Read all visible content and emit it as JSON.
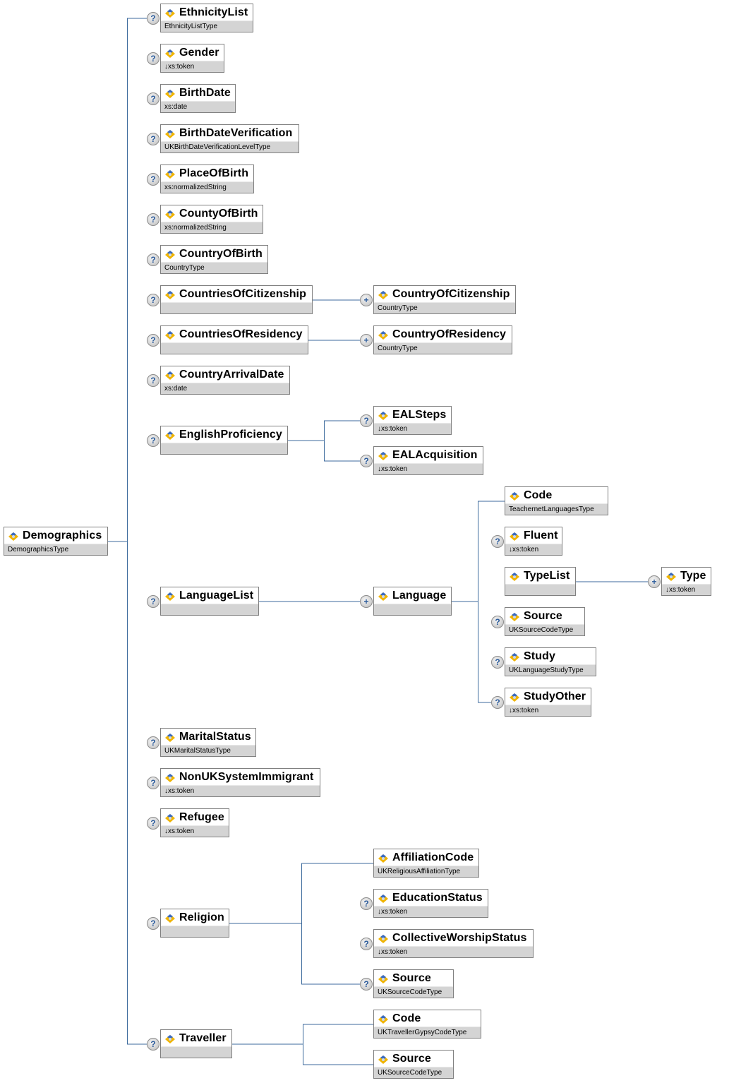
{
  "diagram": {
    "title": "Demographics schema diagram",
    "colors": {
      "connector": "#3c6a9c",
      "type_band": "#d4d4d4",
      "border": "#808080"
    },
    "root": {
      "name": "Demographics",
      "type": "DemographicsType"
    },
    "nodes": [
      {
        "id": "ethnicitylist",
        "name": "EthnicityList",
        "type": "EthnicityListType",
        "badge": "optional"
      },
      {
        "id": "gender",
        "name": "Gender",
        "type": "↓xs:token",
        "badge": "optional"
      },
      {
        "id": "birthdate",
        "name": "BirthDate",
        "type": "xs:date",
        "badge": "optional"
      },
      {
        "id": "birthdateverification",
        "name": "BirthDateVerification",
        "type": "UKBirthDateVerificationLevelType",
        "badge": "optional"
      },
      {
        "id": "placeofbirth",
        "name": "PlaceOfBirth",
        "type": "xs:normalizedString",
        "badge": "optional"
      },
      {
        "id": "countyofbirth",
        "name": "CountyOfBirth",
        "type": "xs:normalizedString",
        "badge": "optional"
      },
      {
        "id": "countryofbirth",
        "name": "CountryOfBirth",
        "type": "CountryType",
        "badge": "optional"
      },
      {
        "id": "countriesofcitizenship",
        "name": "CountriesOfCitizenship",
        "type": "",
        "badge": "optional"
      },
      {
        "id": "countryofcitizenship",
        "name": "CountryOfCitizenship",
        "type": "CountryType",
        "badge": "repeat"
      },
      {
        "id": "countriesofresidency",
        "name": "CountriesOfResidency",
        "type": "",
        "badge": "optional"
      },
      {
        "id": "countryofresidency",
        "name": "CountryOfResidency",
        "type": "CountryType",
        "badge": "repeat"
      },
      {
        "id": "countryarrivaldate",
        "name": "CountryArrivalDate",
        "type": "xs:date",
        "badge": "optional"
      },
      {
        "id": "englishproficiency",
        "name": "EnglishProficiency",
        "type": "",
        "badge": "optional"
      },
      {
        "id": "ealsteps",
        "name": "EALSteps",
        "type": "↓xs:token",
        "badge": "optional"
      },
      {
        "id": "ealacquisition",
        "name": "EALAcquisition",
        "type": "↓xs:token",
        "badge": "optional"
      },
      {
        "id": "languagelist",
        "name": "LanguageList",
        "type": "",
        "badge": "optional"
      },
      {
        "id": "language",
        "name": "Language",
        "type": "",
        "badge": "repeat"
      },
      {
        "id": "lang-code",
        "name": "Code",
        "type": "TeachernetLanguagesType",
        "badge": ""
      },
      {
        "id": "lang-fluent",
        "name": "Fluent",
        "type": "↓xs:token",
        "badge": "optional"
      },
      {
        "id": "lang-typelist",
        "name": "TypeList",
        "type": "",
        "badge": ""
      },
      {
        "id": "lang-type",
        "name": "Type",
        "type": "↓xs:token",
        "badge": "repeat"
      },
      {
        "id": "lang-source",
        "name": "Source",
        "type": "UKSourceCodeType",
        "badge": "optional"
      },
      {
        "id": "lang-study",
        "name": "Study",
        "type": "UKLanguageStudyType",
        "badge": "optional"
      },
      {
        "id": "lang-studyother",
        "name": "StudyOther",
        "type": "↓xs:token",
        "badge": "optional"
      },
      {
        "id": "maritalstatus",
        "name": "MaritalStatus",
        "type": "UKMaritalStatusType",
        "badge": "optional"
      },
      {
        "id": "nonuksystemimmigrant",
        "name": "NonUKSystemImmigrant",
        "type": "↓xs:token",
        "badge": "optional"
      },
      {
        "id": "refugee",
        "name": "Refugee",
        "type": "↓xs:token",
        "badge": "optional"
      },
      {
        "id": "religion",
        "name": "Religion",
        "type": "",
        "badge": "optional"
      },
      {
        "id": "rel-affiliationcode",
        "name": "AffiliationCode",
        "type": "UKReligiousAffiliationType",
        "badge": ""
      },
      {
        "id": "rel-educationstatus",
        "name": "EducationStatus",
        "type": "↓xs:token",
        "badge": "optional"
      },
      {
        "id": "rel-collectiveworshipstatus",
        "name": "CollectiveWorshipStatus",
        "type": "↓xs:token",
        "badge": "optional"
      },
      {
        "id": "rel-source",
        "name": "Source",
        "type": "UKSourceCodeType",
        "badge": "optional"
      },
      {
        "id": "traveller",
        "name": "Traveller",
        "type": "",
        "badge": "optional"
      },
      {
        "id": "trav-code",
        "name": "Code",
        "type": "UKTravellerGypsyCodeType",
        "badge": ""
      },
      {
        "id": "trav-source",
        "name": "Source",
        "type": "UKSourceCodeType",
        "badge": ""
      }
    ],
    "badge_glyphs": {
      "optional": "?",
      "repeat": "+"
    }
  }
}
